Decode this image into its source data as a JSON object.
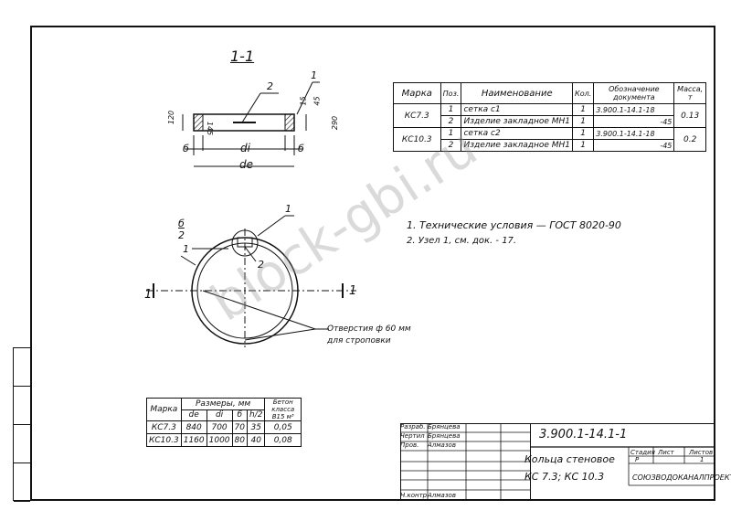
{
  "section_title": "1-1",
  "section_drawing": {
    "callouts": [
      "1",
      "2"
    ],
    "dims": {
      "left_height": "120",
      "hole": "145",
      "right_a": "15",
      "right_b": "45",
      "right_height": "290",
      "wall_left": "б",
      "wall_right": "б",
      "inner": "di",
      "outer": "de"
    }
  },
  "plan_drawing": {
    "callouts": {
      "top": "1",
      "fraction_num": "б",
      "fraction_den": "2",
      "left": "1",
      "center": "2"
    },
    "section_left": "1",
    "section_right": "1",
    "hole_note_line1": "Отверстия ф 60 мм",
    "hole_note_line2": "для строповки"
  },
  "spec_table": {
    "headers": [
      "Марка",
      "Поз.",
      "Наименование",
      "Кол.",
      "Обозначение документа",
      "Масса, т"
    ],
    "groups": [
      {
        "mark": "КС7.3",
        "mass": "0.13",
        "rows": [
          {
            "pos": "1",
            "name": "сетка с1",
            "qty": "1",
            "doc": "3.900.1-14.1-18"
          },
          {
            "pos": "2",
            "name": "Изделие закладное МН1",
            "qty": "1",
            "doc": "-45"
          }
        ]
      },
      {
        "mark": "КС10.3",
        "mass": "0.2",
        "rows": [
          {
            "pos": "1",
            "name": "сетка с2",
            "qty": "1",
            "doc": "3.900.1-14.1-18"
          },
          {
            "pos": "2",
            "name": "Изделие закладное МН1",
            "qty": "1",
            "doc": "-45"
          }
        ]
      }
    ]
  },
  "notes": [
    "1. Технические условия    — ГОСТ 8020-90",
    "2. Узел 1, см. док. - 17."
  ],
  "size_table": {
    "header_mark": "Марка",
    "header_sizes": "Размеры, мм",
    "header_concrete": "Бетон класса В15 м³",
    "sub_headers": [
      "de",
      "di",
      "б",
      "h/2"
    ],
    "rows": [
      {
        "mark": "КС7.3",
        "de": "840",
        "di": "700",
        "b": "70",
        "h": "35",
        "concrete": "0,05"
      },
      {
        "mark": "КС10.3",
        "de": "1160",
        "di": "1000",
        "b": "80",
        "h": "40",
        "concrete": "0,08"
      }
    ]
  },
  "title_block": {
    "rows": [
      {
        "role": "Разраб.",
        "name": "Брянцева"
      },
      {
        "role": "Чертил",
        "name": "Брянцева"
      },
      {
        "role": "Пров.",
        "name": "Алмазов"
      },
      {
        "role": "",
        "name": ""
      },
      {
        "role": "",
        "name": ""
      },
      {
        "role": "",
        "name": ""
      },
      {
        "role": "",
        "name": ""
      },
      {
        "role": "Н.контр.",
        "name": "Алмазов"
      }
    ],
    "doc_number": "3.900.1-14.1-1",
    "title_line1": "Кольца стеновое",
    "title_line2": "КС 7.3;  КС 10.3",
    "stage_label": "Стадия",
    "sheet_label": "Лист",
    "sheets_label": "Листов",
    "stage_value": "Р",
    "sheet_value": "",
    "sheets_value": "1",
    "organization": "СОЮЗВОДОКАНАЛПРОЕКТ"
  },
  "watermark": "block-gbi.ru"
}
